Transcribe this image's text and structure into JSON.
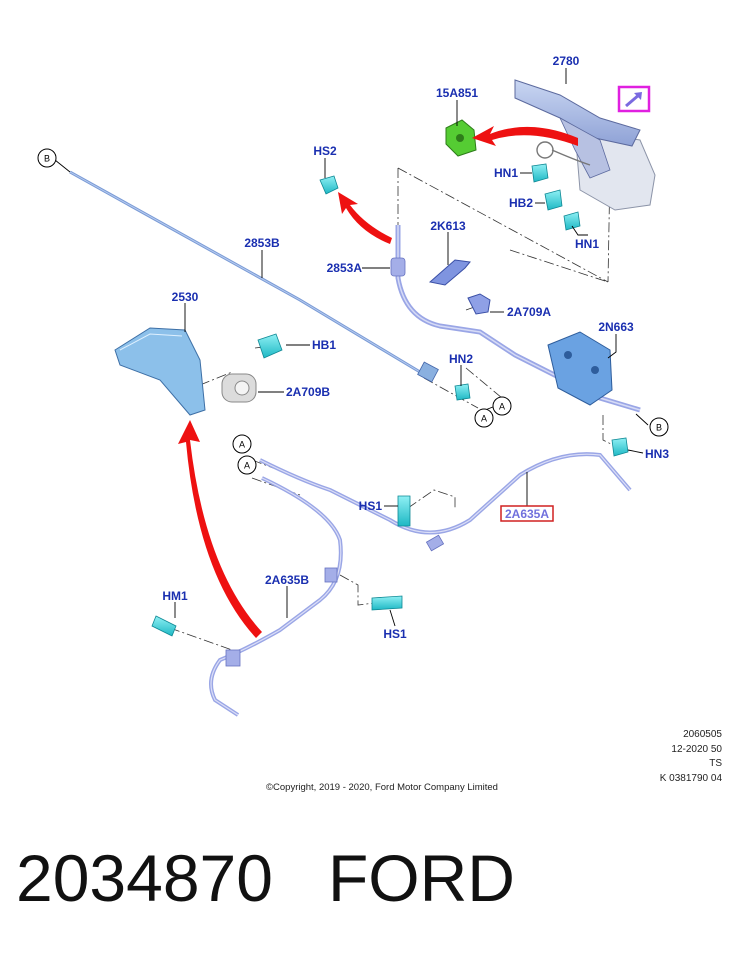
{
  "callouts": {
    "c2780": "2780",
    "c15A851": "15A851",
    "cHS2": "HS2",
    "cHN1a": "HN1",
    "cHB2": "HB2",
    "cHN1b": "HN1",
    "c2K613": "2K613",
    "c2853B": "2853B",
    "c2853A": "2853A",
    "c2A709A": "2A709A",
    "c2N663": "2N663",
    "c2530": "2530",
    "cHB1": "HB1",
    "c2A709B": "2A709B",
    "cHN2": "HN2",
    "cHN3": "HN3",
    "cHS1a": "HS1",
    "c2A635A": "2A635A",
    "c2A635B": "2A635B",
    "cHM1": "HM1",
    "cHS1b": "HS1"
  },
  "refs": {
    "B1": "B",
    "B2": "B",
    "A1": "A",
    "A2": "A",
    "A3": "A",
    "A4": "A"
  },
  "meta": {
    "line1": "2060505",
    "line2": "12-2020 50",
    "line3": "TS",
    "line4": "K 0381790 04"
  },
  "copyright": "©Copyright, 2019 - 2020, Ford Motor Company Limited",
  "part": {
    "number": "2034870",
    "brand": "FORD"
  },
  "colors": {
    "callout_text": "#1a2fb0",
    "arrow_red": "#ee1111",
    "cable_blue": "#9aa6e6",
    "fastener_cyan": "#40d4dc",
    "bracket_blue": "#7fb6e6",
    "highlight_border": "#e0207f",
    "corner_marker": "#e020e0",
    "green_part": "#55cc33"
  }
}
